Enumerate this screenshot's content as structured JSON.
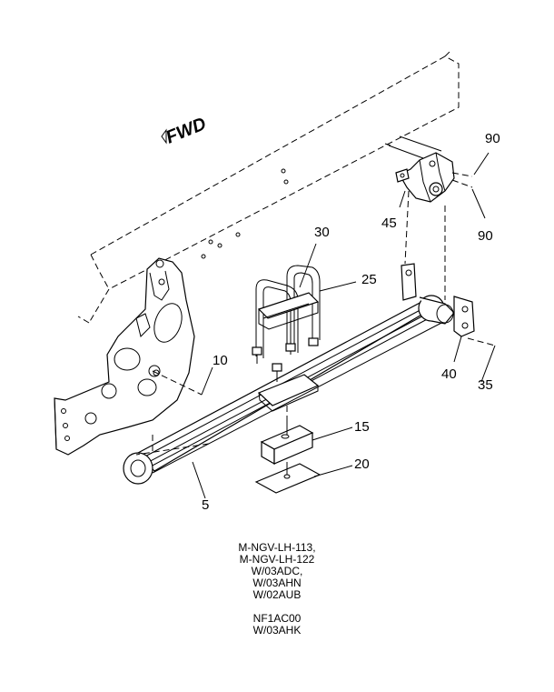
{
  "diagram": {
    "direction_label": "FWD",
    "callouts": [
      "90",
      "90",
      "45",
      "30",
      "25",
      "10",
      "40",
      "35",
      "15",
      "20",
      "5"
    ]
  },
  "caption": {
    "block1": [
      "M-NGV-LH-113,",
      "M-NGV-LH-122",
      "W/03ADC,",
      "W/03AHN",
      "W/02AUB"
    ],
    "block2": [
      "NF1AC00",
      "W/03AHK"
    ]
  },
  "footer": {
    "left": "",
    "right": ""
  }
}
